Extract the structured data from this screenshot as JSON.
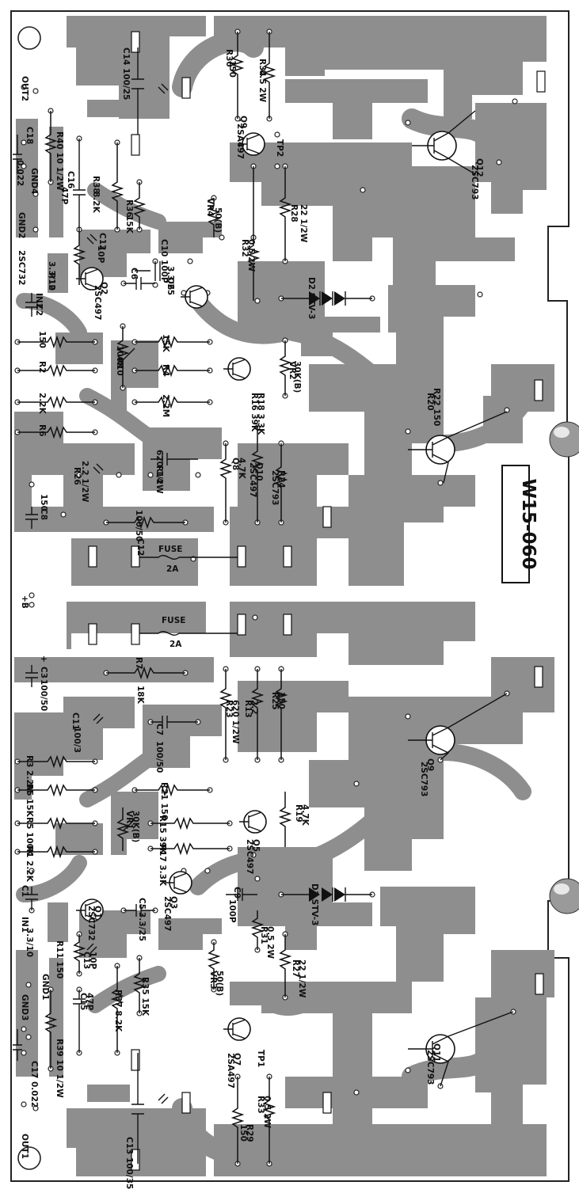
{
  "board": {
    "id": "W15-060",
    "fuse_labels": [
      {
        "name": "FUSE",
        "rating": "2A"
      },
      {
        "name": "FUSE",
        "rating": "2A"
      }
    ],
    "supply": "+B"
  },
  "upper_labels": [
    "OUT2",
    "C18",
    "0.022",
    "R40 10 1/2W",
    "GND4",
    "C16",
    "47P",
    "GND2",
    "R38",
    "8.2K",
    "R36",
    "15K",
    "C14 100/25",
    "R30",
    "150",
    "R34",
    "0.5 2W",
    "Q9",
    "2SA497",
    "TP2",
    "Q12",
    "2SC793",
    "VR4",
    "50(B)",
    "R28",
    "22 1/2W",
    "R32",
    "0.5 2W",
    "D2 STV-3",
    "C12",
    "10P",
    "C10 100P",
    "C6",
    "3.3/25",
    "Q6",
    "2SC497",
    "Q2",
    "2SC732",
    "IN2",
    "C2",
    "3.3/10",
    "R12",
    "150",
    "R2",
    "2.2K",
    "R6",
    "100K",
    "R10",
    "15K",
    "R4",
    "2.2M",
    "VR2",
    "30K(B)",
    "R18 3.3K",
    "R16 39K",
    "R22 150",
    "R20",
    "4.7K",
    "Q8",
    "2SC497",
    "Q10",
    "2SC793",
    "R24",
    "620 1/2W",
    "R14",
    "2.2 1/2W",
    "R26",
    "150",
    "C8",
    "100/50",
    "C12",
    "100/3",
    "C4",
    "100/50",
    "R8",
    "18K"
  ],
  "lower_labels": [
    "+",
    "C3",
    "100/50",
    "R7",
    "18K",
    "C11",
    "100/3",
    "C7",
    "100/50",
    "R25",
    "150",
    "R13",
    "2.2",
    "R23",
    "620 1/2W",
    "Q9",
    "2SC793",
    "R3 2.2M",
    "R5 15K",
    "R21 150",
    "R5 100K",
    "R1 2.2K",
    "VR1",
    "30K(B)",
    "R15 39K",
    "R17 3.3K",
    "R19",
    "4.7K",
    "Q5",
    "2SC497",
    "C1",
    "3.3/10",
    "IN1",
    "Q1",
    "2SC732",
    "C5",
    "3.3/25",
    "Q3",
    "2SC497",
    "C9",
    "100P",
    "D1 STV-3",
    "R31",
    "0.5 2W",
    "R27",
    "22 1/2W",
    "R11 150",
    "C13",
    "10P",
    "GND1",
    "R37 8.2K",
    "R35 15K",
    "VR3",
    "50(B)",
    "C15",
    "47P",
    "GND3",
    "R39 10 1/2W",
    "C17 0.022",
    "Q7",
    "2SA497",
    "TP1",
    "Q11",
    "2SC793",
    "C13 100/35",
    "R33",
    "0.5 2W",
    "R29",
    "150",
    "OUT1"
  ]
}
